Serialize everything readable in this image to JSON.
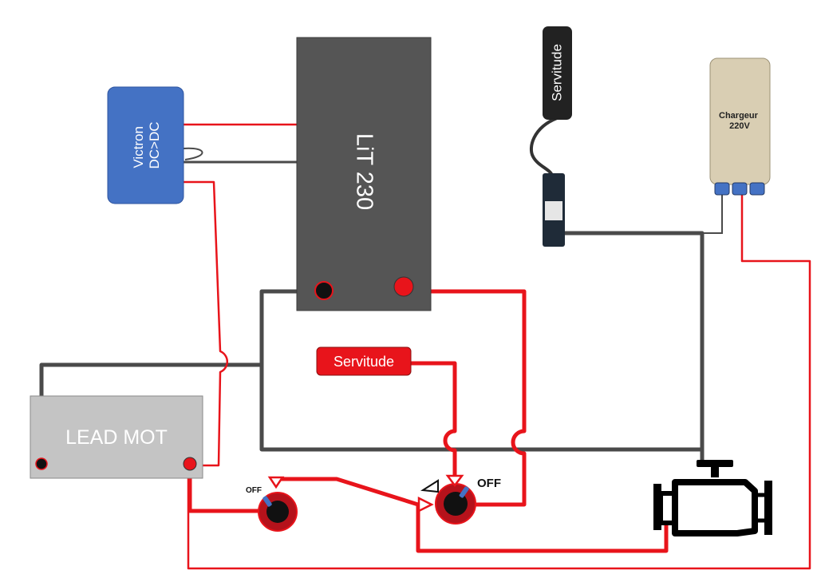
{
  "components": {
    "lithium_battery": {
      "label": "LiT 230"
    },
    "lead_battery": {
      "label": "LEAD MOT"
    },
    "dcdc": {
      "label_line1": "Victron",
      "label_line2": "DC>DC"
    },
    "servitude_plug": {
      "label": "Servitude"
    },
    "servitude_tag": {
      "label": "Servitude"
    },
    "charger": {
      "label_line1": "Chargeur",
      "label_line2": "220V"
    },
    "engine": {
      "icon": "engine-icon"
    }
  },
  "switches": {
    "left": {
      "state_label": "OFF"
    },
    "right": {
      "state_label": "OFF"
    }
  },
  "colors": {
    "positive_wire": "#e8141b",
    "negative_wire": "#4a4a4a",
    "battery_dark": "#555555",
    "lead_battery": "#c4c4c4",
    "dcdc": "#4472c4",
    "charger": "#d9ceb3",
    "servitude_tag": "#e8141b"
  }
}
